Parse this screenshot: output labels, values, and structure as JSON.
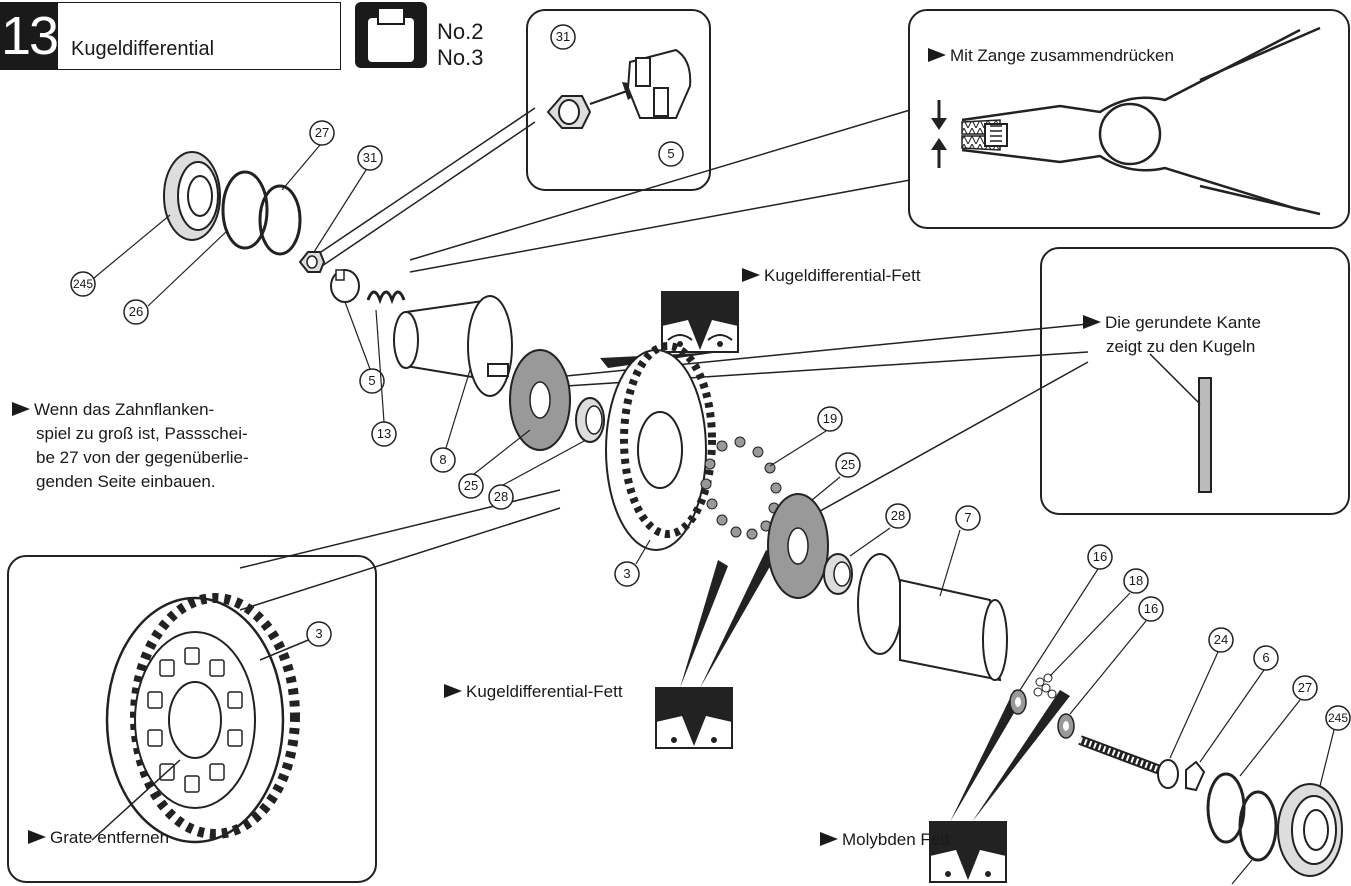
{
  "step": {
    "number": "13",
    "title": "Kugeldifferential"
  },
  "tools": {
    "sizes": [
      "No.2",
      "No.3"
    ]
  },
  "notes": {
    "pliers": "Mit Zange zusammendrücken",
    "grease_top": "Kugeldifferential-Fett",
    "rounded_edge_line1": "Die gerundete Kante",
    "rounded_edge_line2": "zeigt zu den Kugeln",
    "backlash_lines": [
      "Wenn das Zahnflanken-",
      "spiel zu groß ist, Passschei-",
      "be 27 von der gegenüberlie-",
      "genden Seite einbauen."
    ],
    "grease_middle": "Kugeldifferential-Fett",
    "deburr": "Grate entfernen",
    "moly": "Molybden Fett"
  },
  "part_numbers": {
    "p245_left": "245",
    "p26": "26",
    "p27_left": "27",
    "p31_main": "31",
    "p5_main": "5",
    "p13": "13",
    "p8": "8",
    "p25_left": "25",
    "p28_left": "28",
    "p19": "19",
    "p25_right": "25",
    "p3_main": "3",
    "p28_right": "28",
    "p7": "7",
    "p16_a": "16",
    "p18": "18",
    "p16_b": "16",
    "p24": "24",
    "p6": "6",
    "p27_right": "27",
    "p245_right": "245",
    "p31_inset": "31",
    "p5_inset": "5",
    "p3_inset": "3"
  }
}
